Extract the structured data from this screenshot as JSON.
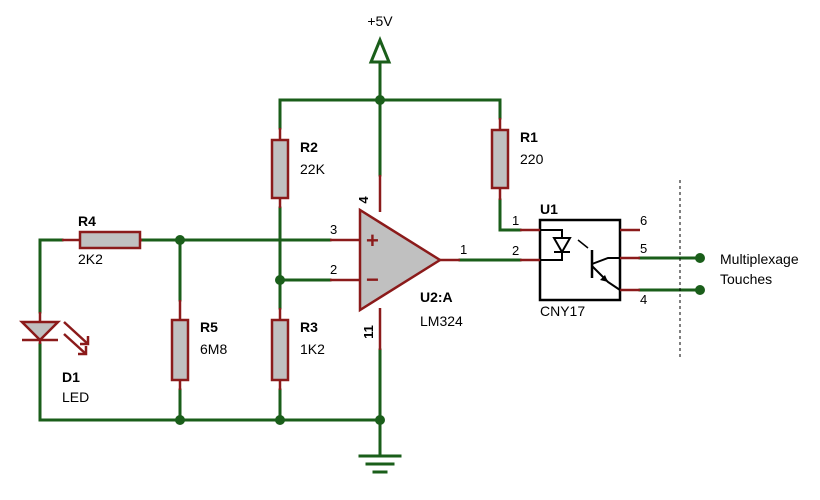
{
  "supply": {
    "label": "+5V"
  },
  "components": {
    "r1": {
      "ref": "R1",
      "value": "220"
    },
    "r2": {
      "ref": "R2",
      "value": "22K"
    },
    "r3": {
      "ref": "R3",
      "value": "1K2"
    },
    "r4": {
      "ref": "R4",
      "value": "2K2"
    },
    "r5": {
      "ref": "R5",
      "value": "6M8"
    },
    "d1": {
      "ref": "D1",
      "value": "LED"
    },
    "u2": {
      "ref": "U2:A",
      "value": "LM324",
      "pin_noninv": "3",
      "pin_inv": "2",
      "pin_out": "1",
      "pin_vcc": "4",
      "pin_gnd": "11",
      "sign_plus": "+",
      "sign_minus": "−"
    },
    "u1": {
      "ref": "U1",
      "value": "CNY17",
      "pin1": "1",
      "pin2": "2",
      "pin4": "4",
      "pin5": "5",
      "pin6": "6"
    }
  },
  "output_label": {
    "line1": "Multiplexage",
    "line2": "Touches"
  },
  "colors": {
    "wire": "#1a5e1a",
    "component": "#8b1a1a",
    "fill": "#c0c0c0"
  }
}
